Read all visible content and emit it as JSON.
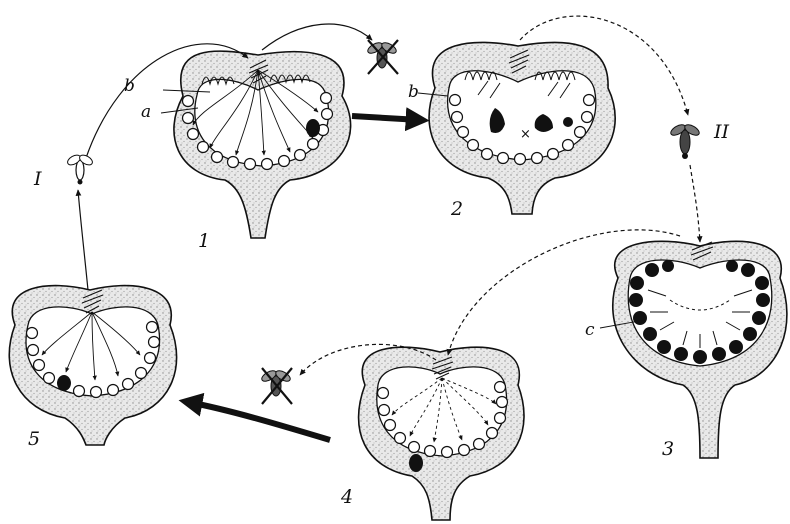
{
  "stage_labels": {
    "s1": "1",
    "s2": "2",
    "s3": "3",
    "s4": "4",
    "s5": "5"
  },
  "part_labels": {
    "a": "a",
    "b1": "b",
    "b2": "b",
    "c": "c"
  },
  "insect_labels": {
    "first": "I",
    "second": "II"
  },
  "colors": {
    "ink": "#111111",
    "stipple": "#9a9a9a",
    "paper": "#ffffff"
  }
}
